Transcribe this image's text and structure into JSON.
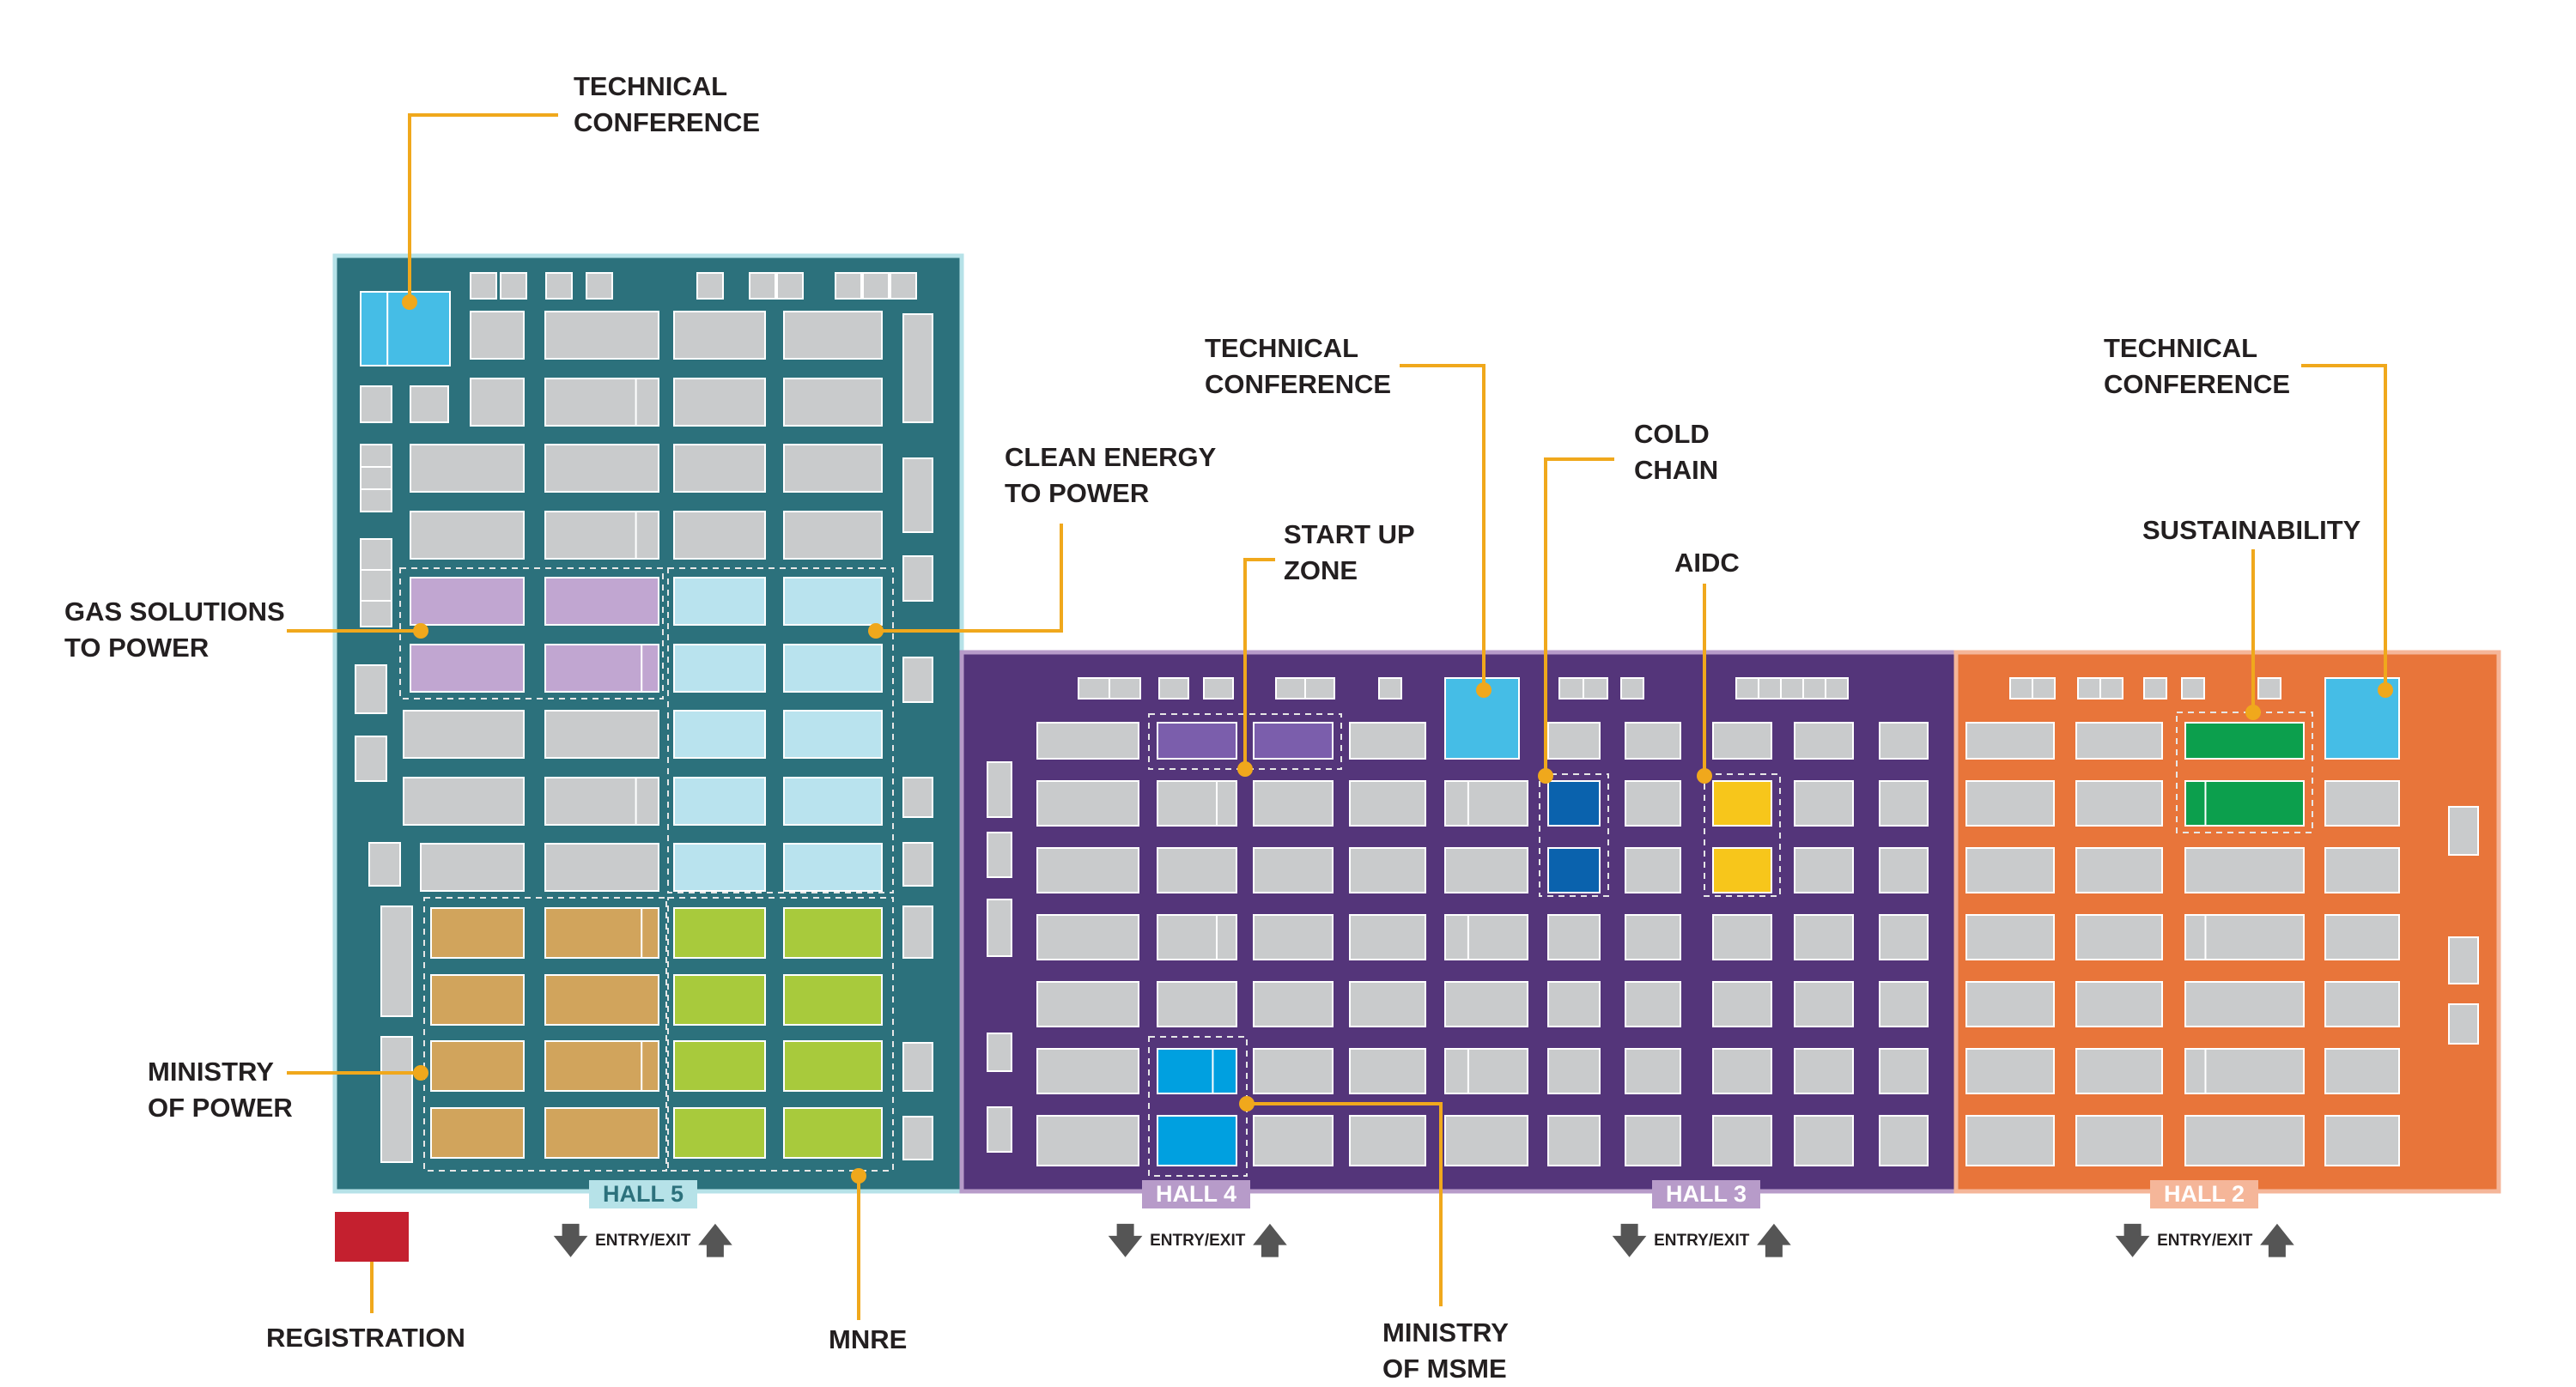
{
  "halls": [
    {
      "id": "hall5",
      "name": "HALL 5",
      "color": "#2c717c",
      "border": "#b6e2e8",
      "tag_color": "#b6e2e8"
    },
    {
      "id": "hall4",
      "name": "HALL 4",
      "color": "#54357a",
      "border": "#b79bc9",
      "tag_color": "#b79bc9"
    },
    {
      "id": "hall3",
      "name": "HALL 3",
      "color": "#54357a",
      "border": "#b79bc9",
      "tag_color": "#b79bc9"
    },
    {
      "id": "hall2",
      "name": "HALL 2",
      "color": "#e8753a",
      "border": "#f5b699",
      "tag_color": "#f5b699"
    }
  ],
  "entry_exit_label": "ENTRY/EXIT",
  "zones": {
    "technical_conference_hall5": [
      "TECHNICAL",
      "CONFERENCE"
    ],
    "technical_conference_hall4": [
      "TECHNICAL",
      "CONFERENCE"
    ],
    "technical_conference_hall2": [
      "TECHNICAL",
      "CONFERENCE"
    ],
    "clean_energy": [
      "CLEAN ENERGY",
      "TO POWER"
    ],
    "gas_solutions": [
      "GAS SOLUTIONS",
      "TO POWER"
    ],
    "ministry_of_power": [
      "MINISTRY",
      "OF POWER"
    ],
    "start_up_zone": [
      "START UP",
      "ZONE"
    ],
    "cold_chain": [
      "COLD",
      "CHAIN"
    ],
    "aidc": [
      "AIDC"
    ],
    "sustainability": [
      "SUSTAINABILITY"
    ],
    "registration": [
      "REGISTRATION"
    ],
    "mnre": [
      "MNRE"
    ],
    "ministry_of_msme": [
      "MINISTRY",
      "OF MSME"
    ]
  },
  "colors": {
    "stall": "#c9cbcc",
    "stall_stroke": "#ffffff",
    "leader": "#f0a81c",
    "tech_conf": "#45bde6",
    "gas_solutions": "#c1a6d1",
    "clean_energy": "#b9e3ee",
    "ministry_of_power": "#d1a45c",
    "mnre": "#a8ca3c",
    "start_up": "#7b5eac",
    "cold_chain": "#0a62ad",
    "aidc": "#f7c61b",
    "msme": "#00a0e0",
    "sustainability": "#0c9f4d",
    "registration": "#c4202f"
  }
}
